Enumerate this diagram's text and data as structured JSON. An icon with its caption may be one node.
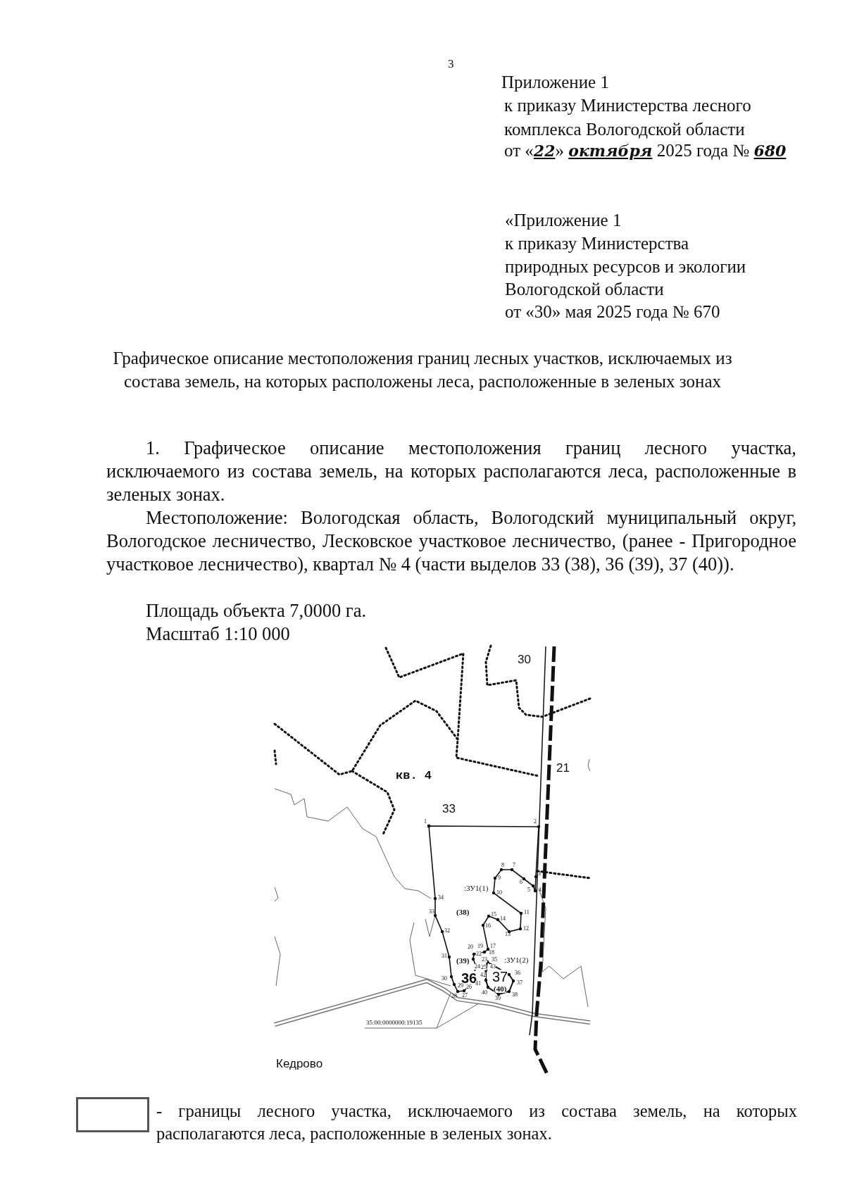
{
  "diagram": {
    "title": "Графическое описание местоположения границ лесных участков, исключаемых из состава земель, на которых расположены леса, расположенные в зеленых зонах",
    "labels": [
      "3",
      "Приложение 1",
      "к приказу Министерства лесного",
      "комплекса Вологодской области",
      "от «*22*» *октября* 2025 года № *680*",
      "«Приложение 1",
      "к приказу Министерства",
      "природных ресурсов и экологии",
      "Вологодской области",
      "от «30» мая 2025 года № 670",
      "1. Графическое описание местоположения границ лесного участка, исключаемого из состава земель, на которых располагаются леса, расположенные в зеленых зонах.",
      "Местоположение: Вологодская область, Вологодский муниципальный округ, Вологодское лесничество, Лесковское участковое лесничество, (ранее - Пригородное участковое лесничество), квартал № 4 (части выделов 33 (38), 36 (39), 37 (40)).",
      "Площадь объекта 7,0000 га.",
      "Масштаб 1:10 000",
      "30",
      "21",
      "кв. 4",
      "33",
      "1",
      "2",
      "8",
      "7",
      "3",
      "9",
      "6",
      ":ЗУ1(1)",
      "5",
      "4",
      "10",
      "34",
      "(38)",
      "33",
      "11",
      "15",
      "14",
      "16",
      "12",
      "32",
      "13",
      "20",
      "19",
      "17",
      "18",
      "31",
      "(39)",
      "22",
      "23",
      "35",
      ":ЗУ1(2)",
      "24",
      "25",
      "43",
      "36",
      "42",
      "37",
      "36",
      "30",
      "37",
      "29",
      "26",
      "41",
      "(40)",
      "28",
      "27",
      "40",
      "39",
      "38",
      "35:00:0000000:19135",
      "Кедрово"
    ],
    "legend": [
      {
        "text": "- границы лесного участка, исключаемого из состава земель, на которых располагаются леса, расположенные в зеленых зонах."
      }
    ]
  }
}
